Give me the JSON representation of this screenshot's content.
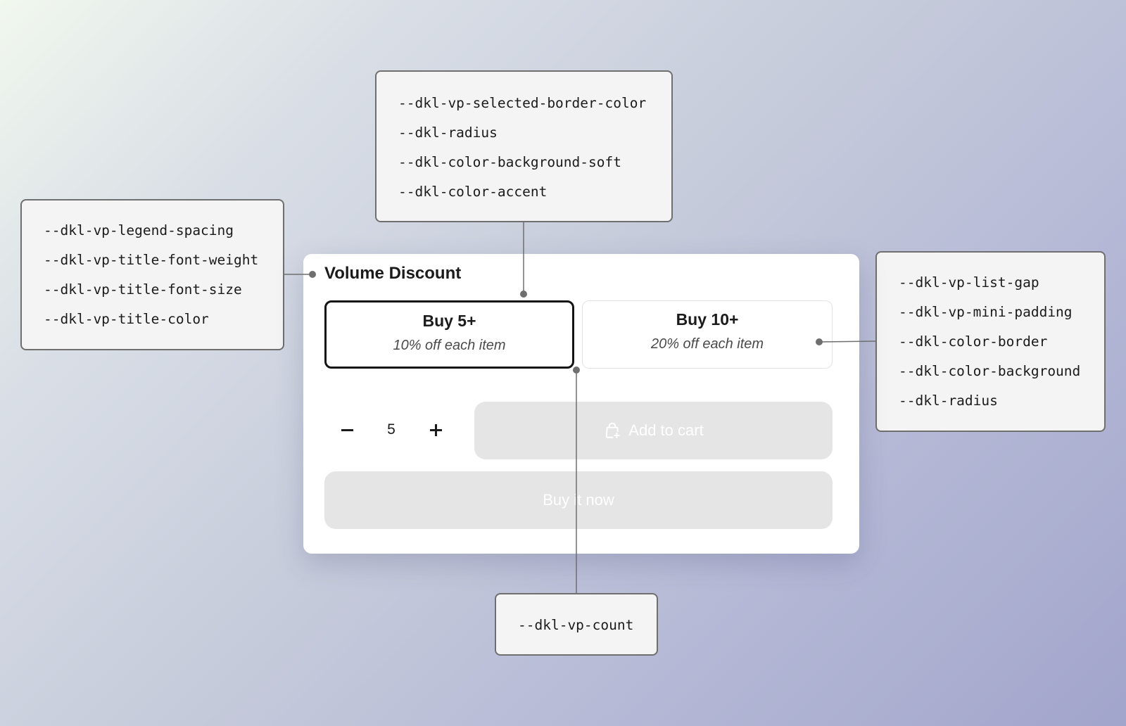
{
  "callouts": {
    "title": {
      "vars": [
        "--dkl-vp-legend-spacing",
        "--dkl-vp-title-font-weight",
        "--dkl-vp-title-font-size",
        "--dkl-vp-title-color"
      ]
    },
    "selected_option": {
      "vars": [
        "--dkl-vp-selected-border-color",
        "--dkl-radius",
        "--dkl-color-background-soft",
        "--dkl-color-accent"
      ]
    },
    "option": {
      "vars": [
        "--dkl-vp-list-gap",
        "--dkl-vp-mini-padding",
        "--dkl-color-border",
        "--dkl-color-background",
        "--dkl-radius"
      ]
    },
    "count": {
      "vars": [
        "--dkl-vp-count"
      ]
    }
  },
  "widget": {
    "title": "Volume Discount",
    "options": [
      {
        "title": "Buy 5+",
        "subtitle": "10% off each item",
        "selected": true
      },
      {
        "title": "Buy 10+",
        "subtitle": "20% off each item",
        "selected": false
      }
    ],
    "quantity": "5",
    "add_to_cart_label": "Add to cart",
    "buy_now_label": "Buy it now"
  },
  "colors": {
    "selected_border": "#141414",
    "option_border": "#e3e3e3",
    "disabled_button": "#e5e5e5",
    "connector": "#6f6f6f"
  },
  "icons": {
    "add_to_cart": "shopping-bag-plus-icon",
    "decrement": "minus-icon",
    "increment": "plus-icon"
  }
}
